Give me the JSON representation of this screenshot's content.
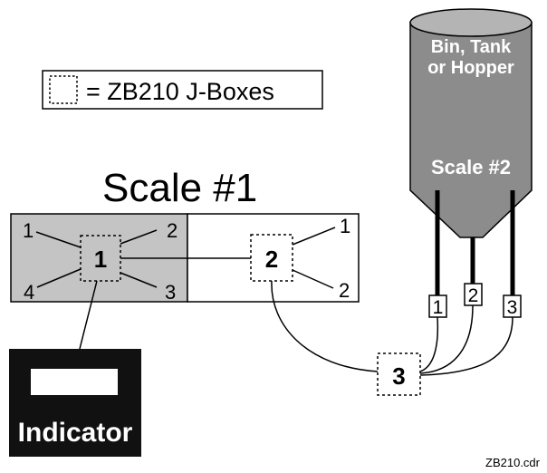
{
  "legend": {
    "text": "= ZB210 J-Boxes"
  },
  "scale1": {
    "title": "Scale #1",
    "jbox1_label": "1",
    "jbox2_label": "2",
    "jbox1_leads": [
      "1",
      "2",
      "3",
      "4"
    ],
    "jbox2_leads": [
      "1",
      "2"
    ]
  },
  "tank": {
    "title_line1": "Bin, Tank",
    "title_line2": "or Hopper",
    "scale_label": "Scale #2",
    "load_cells": [
      "1",
      "2",
      "3"
    ]
  },
  "jbox3": {
    "label": "3"
  },
  "indicator": {
    "label": "Indicator"
  },
  "footer": {
    "filename": "ZB210.cdr"
  },
  "colors": {
    "scale1_panel": "#c4c4c4",
    "tank_body": "#8c8c8c",
    "tank_top": "#b4b4b4",
    "indicator_bg": "#111111",
    "line": "#000000"
  }
}
